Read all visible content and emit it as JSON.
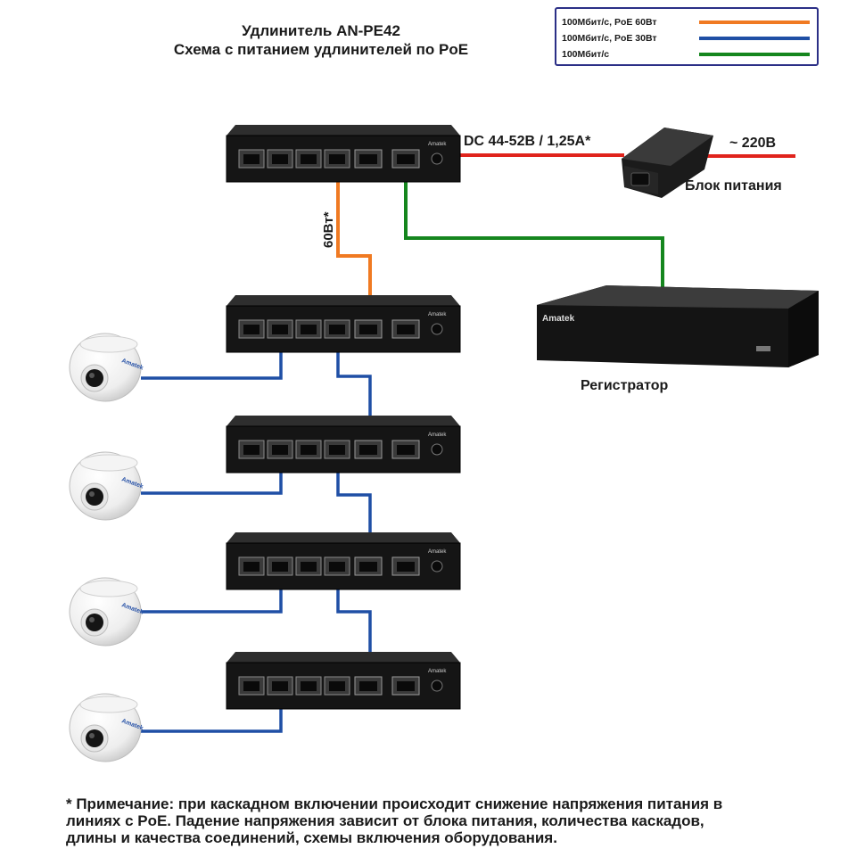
{
  "title": {
    "line1": "Удлинитель AN-PE42",
    "line2": "Схема с питанием удлинителей по PoE"
  },
  "legend": [
    {
      "label": "100Мбит/с, PoE 60Вт",
      "color": "#f07a22"
    },
    {
      "label": "100Мбит/с, PoE 30Вт",
      "color": "#1f4fa5"
    },
    {
      "label": "100Мбит/с",
      "color": "#15861e"
    }
  ],
  "labels": {
    "dc": "DC 44-52В / 1,25А*",
    "ac": "~ 220В",
    "psu": "Блок питания",
    "poe60": "60Вт*",
    "recorder": "Регистратор"
  },
  "brand": "Amatek",
  "colors": {
    "orange": "#f07a22",
    "blue": "#1f4fa5",
    "green": "#15861e",
    "red": "#e0231c",
    "device": "#1e1e1e"
  },
  "note": {
    "line1": "* Примечание: при каскадном включении происходит снижение напряжения питания в",
    "line2": "линиях с PoE. Падение напряжения зависит от блока питания, количества каскадов,",
    "line3": "длины и качества соединений, схемы включения оборудования."
  }
}
